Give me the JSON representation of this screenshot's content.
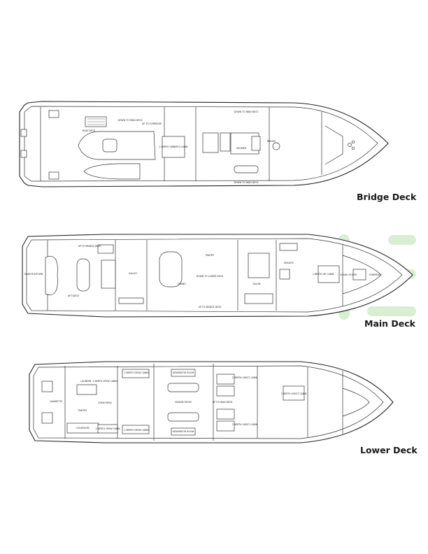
{
  "decks": {
    "bridge": {
      "title": "Bridge Deck",
      "labels": [
        "BOAT DECK",
        "DOWN TO MAIN DECK",
        "UP TO FLYBRIDGE",
        "2 BERTH OWNER'S CABIN",
        "SHOWER",
        "BRIDGE",
        "DOWN TO MAIN DECK",
        "DOWN TO MAIN DECK"
      ]
    },
    "main": {
      "title": "Main Deck",
      "labels": [
        "SWIM PLATFORM",
        "AFT DECK",
        "UP TO BRIDGE DECK",
        "GALLEY",
        "DINING",
        "PANTRY",
        "DOWN TO LOWER DECK",
        "SALON",
        "ENSUITE",
        "2 BERTH VIP CABIN",
        "CHAIN LOCKER",
        "FOREPEAK",
        "UP TO BRIDGE DECK"
      ]
    },
    "lower": {
      "title": "Lower Deck",
      "labels": [
        "LAZARETTE",
        "LAUNDRY",
        "CREW MESS",
        "2 BERTH CREW CABIN",
        "2 BERTH CREW CABIN",
        "2 BERTH CREW CABIN",
        "2 BERTH CREW CABIN",
        "GENERATOR ROOM",
        "ENGINE ROOM",
        "GENERATOR ROOM",
        "UP TO MAIN DECK",
        "2 BERTH GUEST CABIN",
        "2 BERTH GUEST CABIN",
        "2 BERTH GUEST CABIN",
        "COLDROOM",
        "PANTRY"
      ]
    }
  },
  "colors": {
    "highlight": "#d8efd3",
    "line": "#222222"
  }
}
